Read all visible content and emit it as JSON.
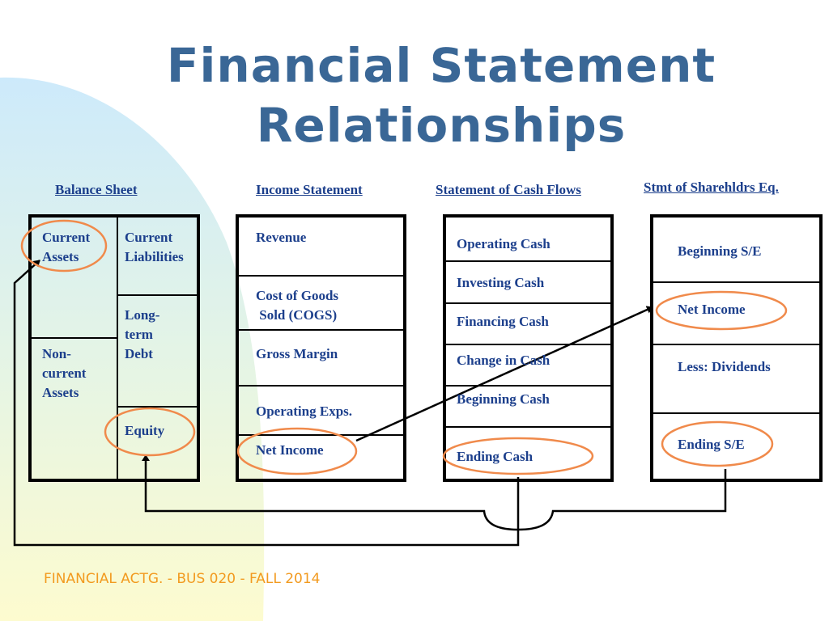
{
  "title": {
    "line1": "Financial Statement",
    "line2": "Relationships"
  },
  "balance_sheet": {
    "heading": "Balance Sheet",
    "current_assets": "Current Assets",
    "current_liabilities": "Current Liabilities",
    "long_term_debt": "Long-term Debt",
    "noncurrent_assets": "Non-current Assets",
    "equity": "Equity"
  },
  "income_statement": {
    "heading": "Income Statement",
    "items": [
      "Revenue",
      "Cost of Goods\n Sold (COGS)",
      "Gross Margin",
      "Operating Exps.",
      "Net Income"
    ]
  },
  "cash_flows": {
    "heading": "Statement of Cash Flows",
    "items": [
      "Operating Cash",
      "Investing Cash",
      "Financing Cash",
      "Change in Cash",
      "Beginning Cash",
      "Ending Cash"
    ]
  },
  "shareholders_equity": {
    "heading": "Stmt of Sharehldrs Eq.",
    "items": [
      "Beginning S/E",
      "Net Income",
      "Less: Dividends",
      "Ending S/E"
    ]
  },
  "footer": "FINANCIAL ACTG. - BUS 020 - FALL 2014",
  "colors": {
    "title": "#3a6796",
    "label": "#1c3f8c",
    "circle": "#f08a4b",
    "footer": "#f29a1f",
    "bg_blue": "#cfe9f9",
    "bg_yellow": "#fdfbd0"
  }
}
